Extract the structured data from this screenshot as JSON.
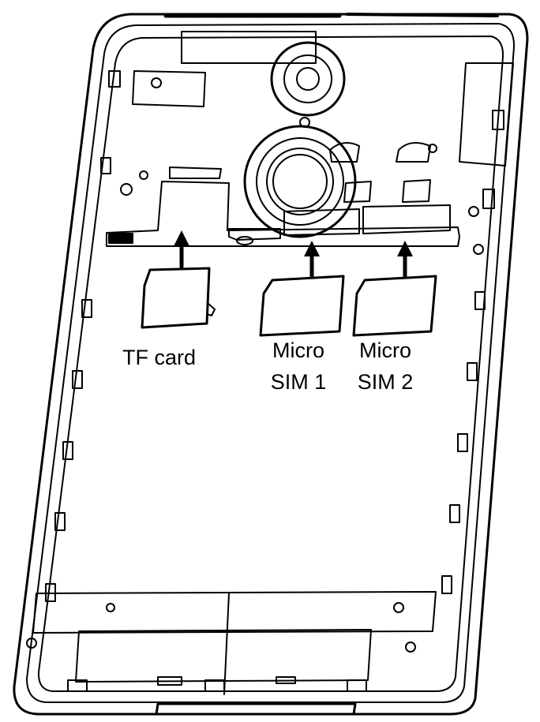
{
  "labels": {
    "tf_card": "TF card",
    "sim1_line1": "Micro",
    "sim1_line2": "SIM 1",
    "sim2_line1": "Micro",
    "sim2_line2": "SIM 2"
  },
  "colors": {
    "line": "#000000",
    "background": "#ffffff",
    "card_fill": "#ffffff"
  },
  "icons": {
    "arrow": "up-arrow-icon"
  }
}
